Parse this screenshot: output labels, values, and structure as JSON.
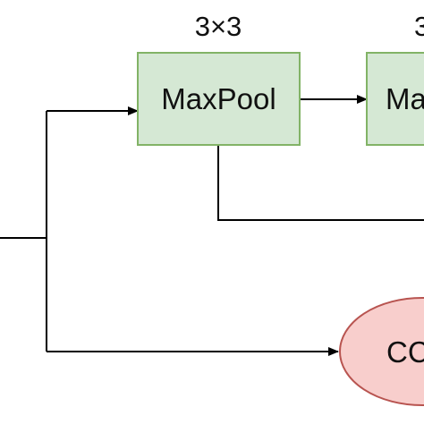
{
  "diagram": {
    "kernel_label_1": "3×3",
    "kernel_label_2": "3",
    "maxpool_1_label": "MaxPool",
    "maxpool_2_label": "Ma",
    "concat_label": "CC",
    "colors": {
      "box_fill": "#d5e8d4",
      "box_stroke": "#82b366",
      "ellipse_fill": "#f8cecc",
      "ellipse_stroke": "#b85450",
      "line": "#000000",
      "text": "#111111"
    }
  }
}
